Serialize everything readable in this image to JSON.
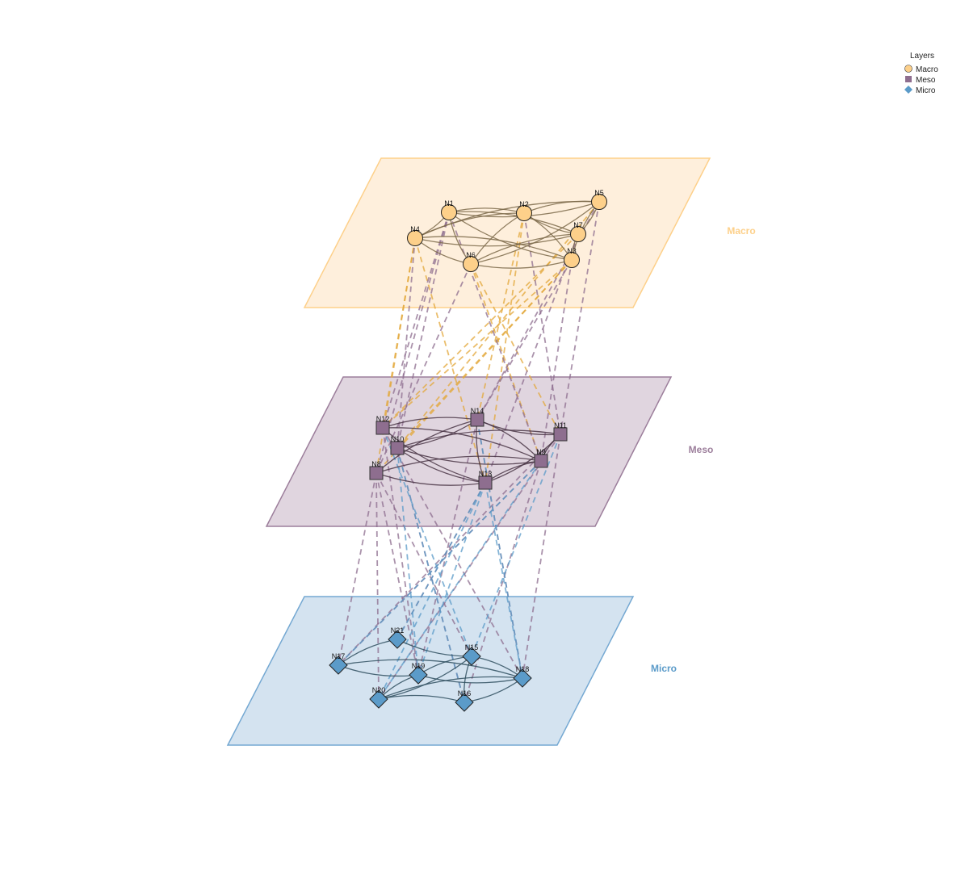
{
  "legend": {
    "title": "Layers",
    "items": [
      {
        "label": "Macro",
        "shape": "circle",
        "color": "#FDD08A"
      },
      {
        "label": "Meso",
        "shape": "square",
        "color": "#8E6E8F"
      },
      {
        "label": "Micro",
        "shape": "diamond",
        "color": "#5B9BC9"
      }
    ]
  },
  "layers": [
    {
      "name": "Macro",
      "plane_color": "#FEEFDC",
      "border_color": "#FDD08A",
      "label_color": "#FDD08A",
      "edge_color": "#7D6A4A",
      "nodes": [
        "N1",
        "N2",
        "N3",
        "N4",
        "N5",
        "N6",
        "N7"
      ],
      "edges": [
        [
          "N1",
          "N2"
        ],
        [
          "N1",
          "N5"
        ],
        [
          "N1",
          "N7"
        ],
        [
          "N1",
          "N3"
        ],
        [
          "N1",
          "N4"
        ],
        [
          "N1",
          "N6"
        ],
        [
          "N4",
          "N2"
        ],
        [
          "N4",
          "N7"
        ],
        [
          "N4",
          "N5"
        ],
        [
          "N4",
          "N6"
        ],
        [
          "N4",
          "N3"
        ],
        [
          "N2",
          "N7"
        ],
        [
          "N2",
          "N3"
        ],
        [
          "N2",
          "N6"
        ],
        [
          "N2",
          "N5"
        ],
        [
          "N6",
          "N3"
        ],
        [
          "N6",
          "N7"
        ],
        [
          "N6",
          "N5"
        ],
        [
          "N3",
          "N5"
        ],
        [
          "N7",
          "N5"
        ],
        [
          "N3",
          "N7"
        ]
      ]
    },
    {
      "name": "Meso",
      "plane_color": "#E0D5DF",
      "border_color": "#9C7E9B",
      "label_color": "#9C7E9B",
      "edge_color": "#4A3646",
      "nodes": [
        "N8",
        "N9",
        "N10",
        "N11",
        "N12",
        "N13",
        "N14"
      ],
      "edges": [
        [
          "N12",
          "N14"
        ],
        [
          "N12",
          "N13"
        ],
        [
          "N12",
          "N9"
        ],
        [
          "N10",
          "N14"
        ],
        [
          "N10",
          "N11"
        ],
        [
          "N10",
          "N9"
        ],
        [
          "N8",
          "N14"
        ],
        [
          "N8",
          "N13"
        ],
        [
          "N8",
          "N9"
        ],
        [
          "N14",
          "N11"
        ],
        [
          "N14",
          "N9"
        ],
        [
          "N14",
          "N13"
        ],
        [
          "N13",
          "N9"
        ],
        [
          "N13",
          "N11"
        ],
        [
          "N9",
          "N11"
        ],
        [
          "N10",
          "N13"
        ]
      ]
    },
    {
      "name": "Micro",
      "plane_color": "#D4E3F0",
      "border_color": "#74A8D2",
      "label_color": "#5B9BC9",
      "edge_color": "#2F4F5F",
      "nodes": [
        "N15",
        "N16",
        "N17",
        "N18",
        "N19",
        "N20",
        "N21"
      ],
      "edges": [
        [
          "N17",
          "N21"
        ],
        [
          "N17",
          "N19"
        ],
        [
          "N17",
          "N18"
        ],
        [
          "N21",
          "N15"
        ],
        [
          "N19",
          "N15"
        ],
        [
          "N19",
          "N18"
        ],
        [
          "N20",
          "N19"
        ],
        [
          "N20",
          "N15"
        ],
        [
          "N20",
          "N16"
        ],
        [
          "N16",
          "N18"
        ],
        [
          "N15",
          "N18"
        ],
        [
          "N15",
          "N16"
        ],
        [
          "N20",
          "N18"
        ]
      ]
    }
  ],
  "interlayer_edges": [
    {
      "from": "N4",
      "to": "N8",
      "color": "#E3A83A"
    },
    {
      "from": "N4",
      "to": "N12",
      "color": "#E3A83A"
    },
    {
      "from": "N4",
      "to": "N13",
      "color": "#E3A83A"
    },
    {
      "from": "N6",
      "to": "N9",
      "color": "#E3A83A"
    },
    {
      "from": "N6",
      "to": "N11",
      "color": "#E3A83A"
    },
    {
      "from": "N3",
      "to": "N12",
      "color": "#E3A83A"
    },
    {
      "from": "N3",
      "to": "N10",
      "color": "#E3A83A"
    },
    {
      "from": "N3",
      "to": "N8",
      "color": "#E3A83A"
    },
    {
      "from": "N7",
      "to": "N12",
      "color": "#E3A83A"
    },
    {
      "from": "N2",
      "to": "N14",
      "color": "#E3A83A"
    },
    {
      "from": "N2",
      "to": "N13",
      "color": "#E3A83A"
    },
    {
      "from": "N5",
      "to": "N10",
      "color": "#E3A83A"
    },
    {
      "from": "N1",
      "to": "N8",
      "color": "#8E6E8F"
    },
    {
      "from": "N1",
      "to": "N12",
      "color": "#8E6E8F"
    },
    {
      "from": "N1",
      "to": "N9",
      "color": "#8E6E8F"
    },
    {
      "from": "N2",
      "to": "N11",
      "color": "#8E6E8F"
    },
    {
      "from": "N5",
      "to": "N14",
      "color": "#8E6E8F"
    },
    {
      "from": "N5",
      "to": "N11",
      "color": "#8E6E8F"
    },
    {
      "from": "N7",
      "to": "N13",
      "color": "#8E6E8F"
    },
    {
      "from": "N3",
      "to": "N14",
      "color": "#8E6E8F"
    },
    {
      "from": "N3",
      "to": "N9",
      "color": "#8E6E8F"
    },
    {
      "from": "N6",
      "to": "N8",
      "color": "#8E6E8F"
    },
    {
      "from": "N4",
      "to": "N10",
      "color": "#8E6E8F"
    },
    {
      "from": "N1",
      "to": "N10",
      "color": "#8E6E8F"
    },
    {
      "from": "N8",
      "to": "N20",
      "color": "#8E6E8F"
    },
    {
      "from": "N8",
      "to": "N19",
      "color": "#8E6E8F"
    },
    {
      "from": "N8",
      "to": "N15",
      "color": "#8E6E8F"
    },
    {
      "from": "N12",
      "to": "N18",
      "color": "#8E6E8F"
    },
    {
      "from": "N10",
      "to": "N16",
      "color": "#8E6E8F"
    },
    {
      "from": "N14",
      "to": "N19",
      "color": "#8E6E8F"
    },
    {
      "from": "N11",
      "to": "N17",
      "color": "#8E6E8F"
    },
    {
      "from": "N11",
      "to": "N18",
      "color": "#8E6E8F"
    },
    {
      "from": "N9",
      "to": "N17",
      "color": "#8E6E8F"
    },
    {
      "from": "N9",
      "to": "N16",
      "color": "#8E6E8F"
    },
    {
      "from": "N13",
      "to": "N21",
      "color": "#8E6E8F"
    },
    {
      "from": "N14",
      "to": "N18",
      "color": "#8E6E8F"
    },
    {
      "from": "N12",
      "to": "N19",
      "color": "#8E6E8F"
    },
    {
      "from": "N11",
      "to": "N20",
      "color": "#8E6E8F"
    },
    {
      "from": "N8",
      "to": "N17",
      "color": "#8E6E8F"
    },
    {
      "from": "N13",
      "to": "N21",
      "color": "#5B9BC9"
    },
    {
      "from": "N13",
      "to": "N19",
      "color": "#5B9BC9"
    },
    {
      "from": "N9",
      "to": "N20",
      "color": "#5B9BC9"
    },
    {
      "from": "N9",
      "to": "N17",
      "color": "#5B9BC9"
    },
    {
      "from": "N12",
      "to": "N15",
      "color": "#5B9BC9"
    },
    {
      "from": "N10",
      "to": "N16",
      "color": "#5B9BC9"
    },
    {
      "from": "N14",
      "to": "N18",
      "color": "#5B9BC9"
    },
    {
      "from": "N13",
      "to": "N20",
      "color": "#5B9BC9"
    },
    {
      "from": "N11",
      "to": "N15",
      "color": "#5B9BC9"
    },
    {
      "from": "N13",
      "to": "N18",
      "color": "#5B9BC9"
    },
    {
      "from": "N10",
      "to": "N19",
      "color": "#5B9BC9"
    }
  ]
}
